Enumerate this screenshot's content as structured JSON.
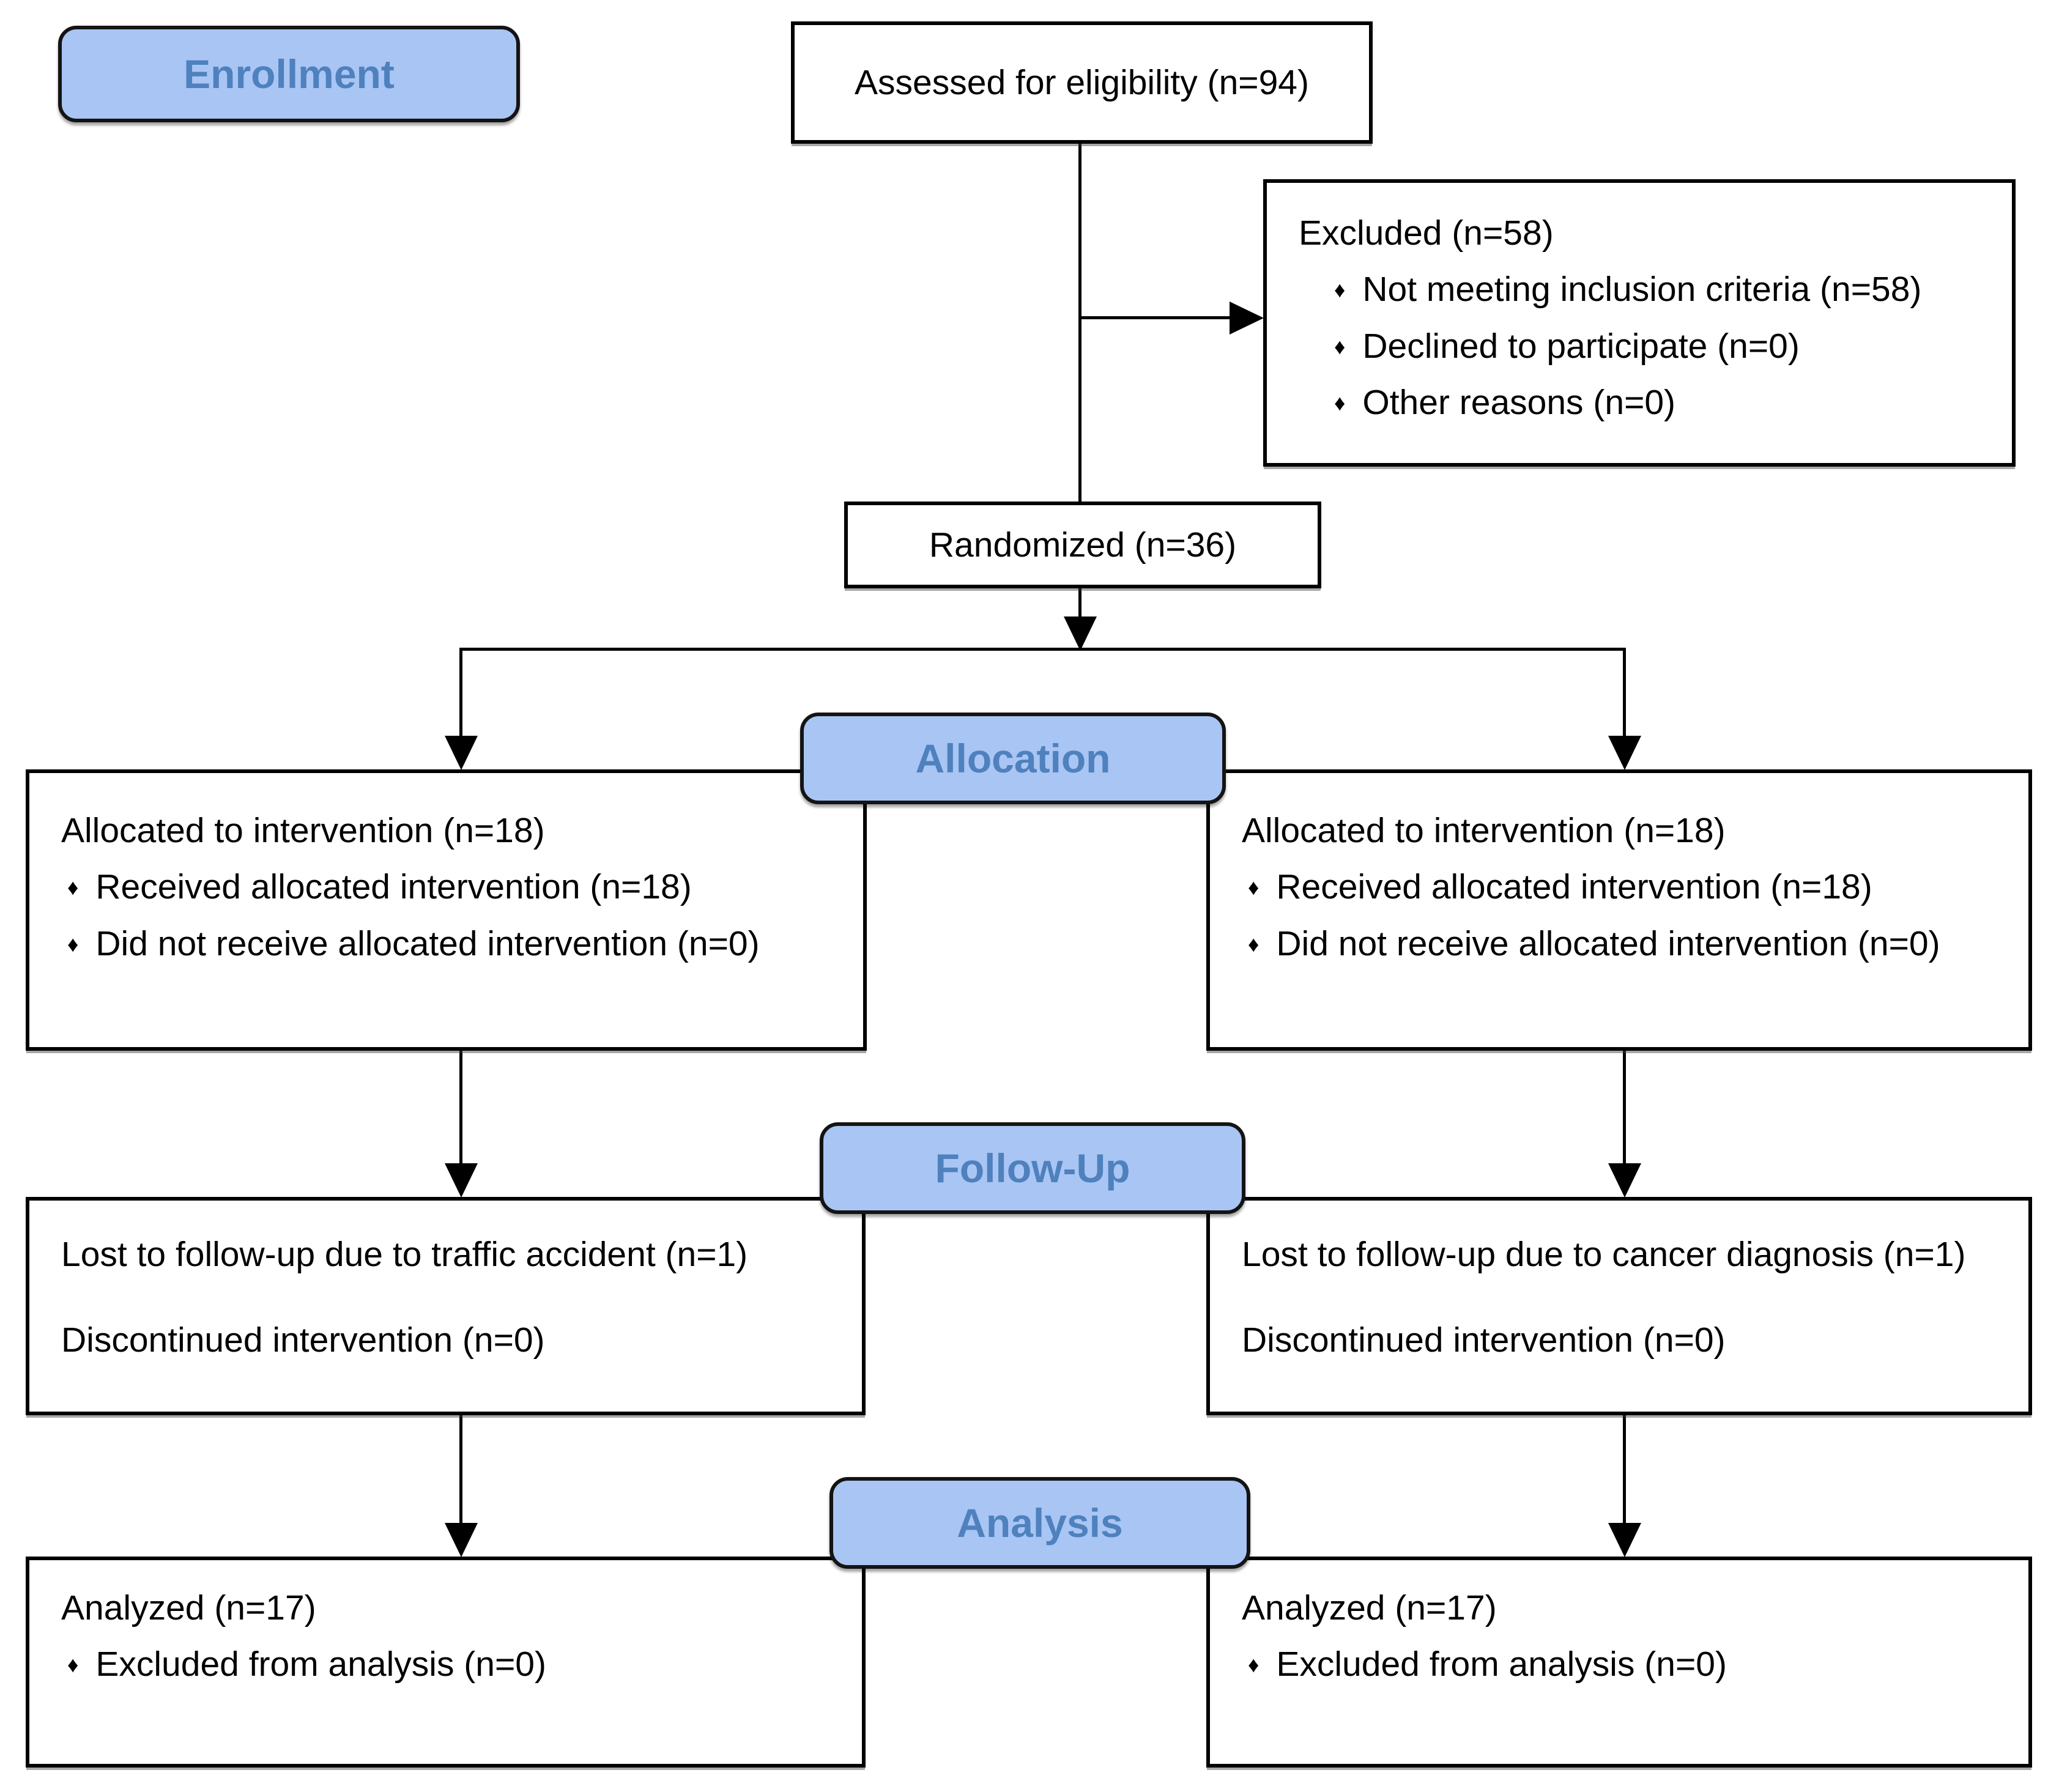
{
  "diagram": {
    "kind": "consort-flow-diagram",
    "colors": {
      "stage_fill": "#A9C5F4",
      "stage_text": "#4E81BD",
      "box_border": "#000000",
      "connector": "#000000"
    },
    "bullet_glyph": "♦",
    "stages": {
      "enrollment": {
        "label": "Enrollment"
      },
      "allocation": {
        "label": "Allocation"
      },
      "followup": {
        "label": "Follow-Up"
      },
      "analysis": {
        "label": "Analysis"
      }
    },
    "boxes": {
      "assessed": {
        "title": "Assessed for eligibility (n=94)"
      },
      "excluded": {
        "title": "Excluded (n=58)",
        "bullets": [
          "Not meeting inclusion criteria (n=58)",
          "Declined to participate (n=0)",
          "Other reasons (n=0)"
        ]
      },
      "randomized": {
        "title": "Randomized (n=36)"
      },
      "alloc_left": {
        "title": "Allocated to intervention (n=18)",
        "bullets": [
          "Received allocated intervention (n=18)",
          "Did not receive allocated intervention (n=0)"
        ]
      },
      "alloc_right": {
        "title": "Allocated to intervention (n=18)",
        "bullets": [
          "Received allocated intervention (n=18)",
          "Did not receive allocated intervention (n=0)"
        ]
      },
      "followup_left": {
        "lines": [
          "Lost to follow-up due to traffic accident (n=1)",
          "Discontinued intervention (n=0)"
        ]
      },
      "followup_right": {
        "lines": [
          "Lost to follow-up due to cancer diagnosis (n=1)",
          "Discontinued intervention (n=0)"
        ]
      },
      "analysis_left": {
        "title": "Analyzed (n=17)",
        "bullets": [
          "Excluded from analysis (n=0)"
        ]
      },
      "analysis_right": {
        "title": "Analyzed (n=17)",
        "bullets": [
          "Excluded from analysis (n=0)"
        ]
      }
    }
  }
}
